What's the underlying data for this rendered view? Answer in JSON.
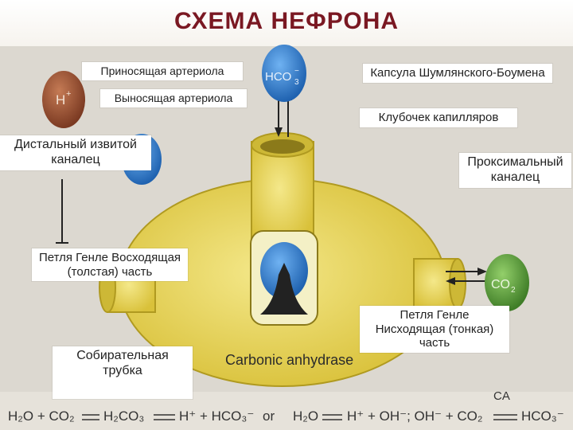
{
  "title": "СХЕМА НЕФРОНА",
  "labels": {
    "afferent": "Приносящая артериола",
    "efferent": "Выносящая артериола",
    "capsule": "Капсула Шумлянского-Боумена",
    "glomerulus": "Клубочек капилляров",
    "distal": "Дистальный извитой каналец",
    "proximal": "Проксимальный каналец",
    "henle_asc": "Петля Генле Восходящая (толстая) часть",
    "henle_desc": "Петля Генле Нисходящая (тонкая) часть",
    "collecting": "Собирательная трубка"
  },
  "figure": {
    "h_ion": "H",
    "h_ion_sup": "+",
    "hco3": "HCO",
    "hco3_sub": "3",
    "hco3_sup": "−",
    "co2": "CO",
    "co2_sub": "2",
    "enzyme": "Carbonic anhydrase",
    "equation_left": "H₂O + CO₂",
    "equation_mid": "H₂CO₃",
    "equation_right": "H⁺ + HCO₃⁻",
    "or": "or",
    "eq2_left": "H₂O",
    "eq2_mid": "H⁺ + OH⁻; OH⁻ + CO₂",
    "eq2_right": "HCO₃⁻",
    "ca": "CA"
  },
  "colors": {
    "title": "#7a1822",
    "cell_yellow": "#e8d65a",
    "h_ion": "#8f4a2e",
    "hco3": "#2f7fd1",
    "co2": "#5a9a3a"
  }
}
